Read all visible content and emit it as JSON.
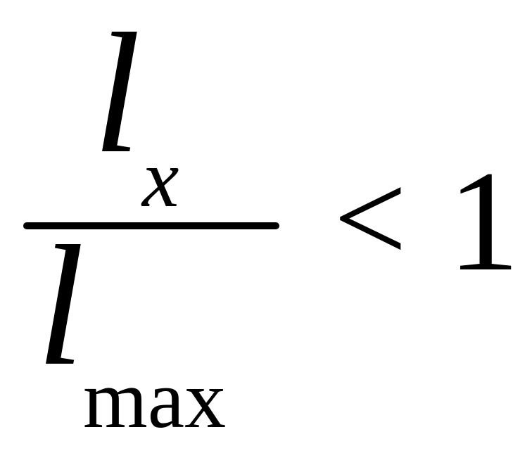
{
  "formula": {
    "numerator": {
      "variable": "l",
      "subscript": "x"
    },
    "denominator": {
      "variable": "l",
      "subscript": "max"
    },
    "relation": "<",
    "rhs": "1"
  }
}
